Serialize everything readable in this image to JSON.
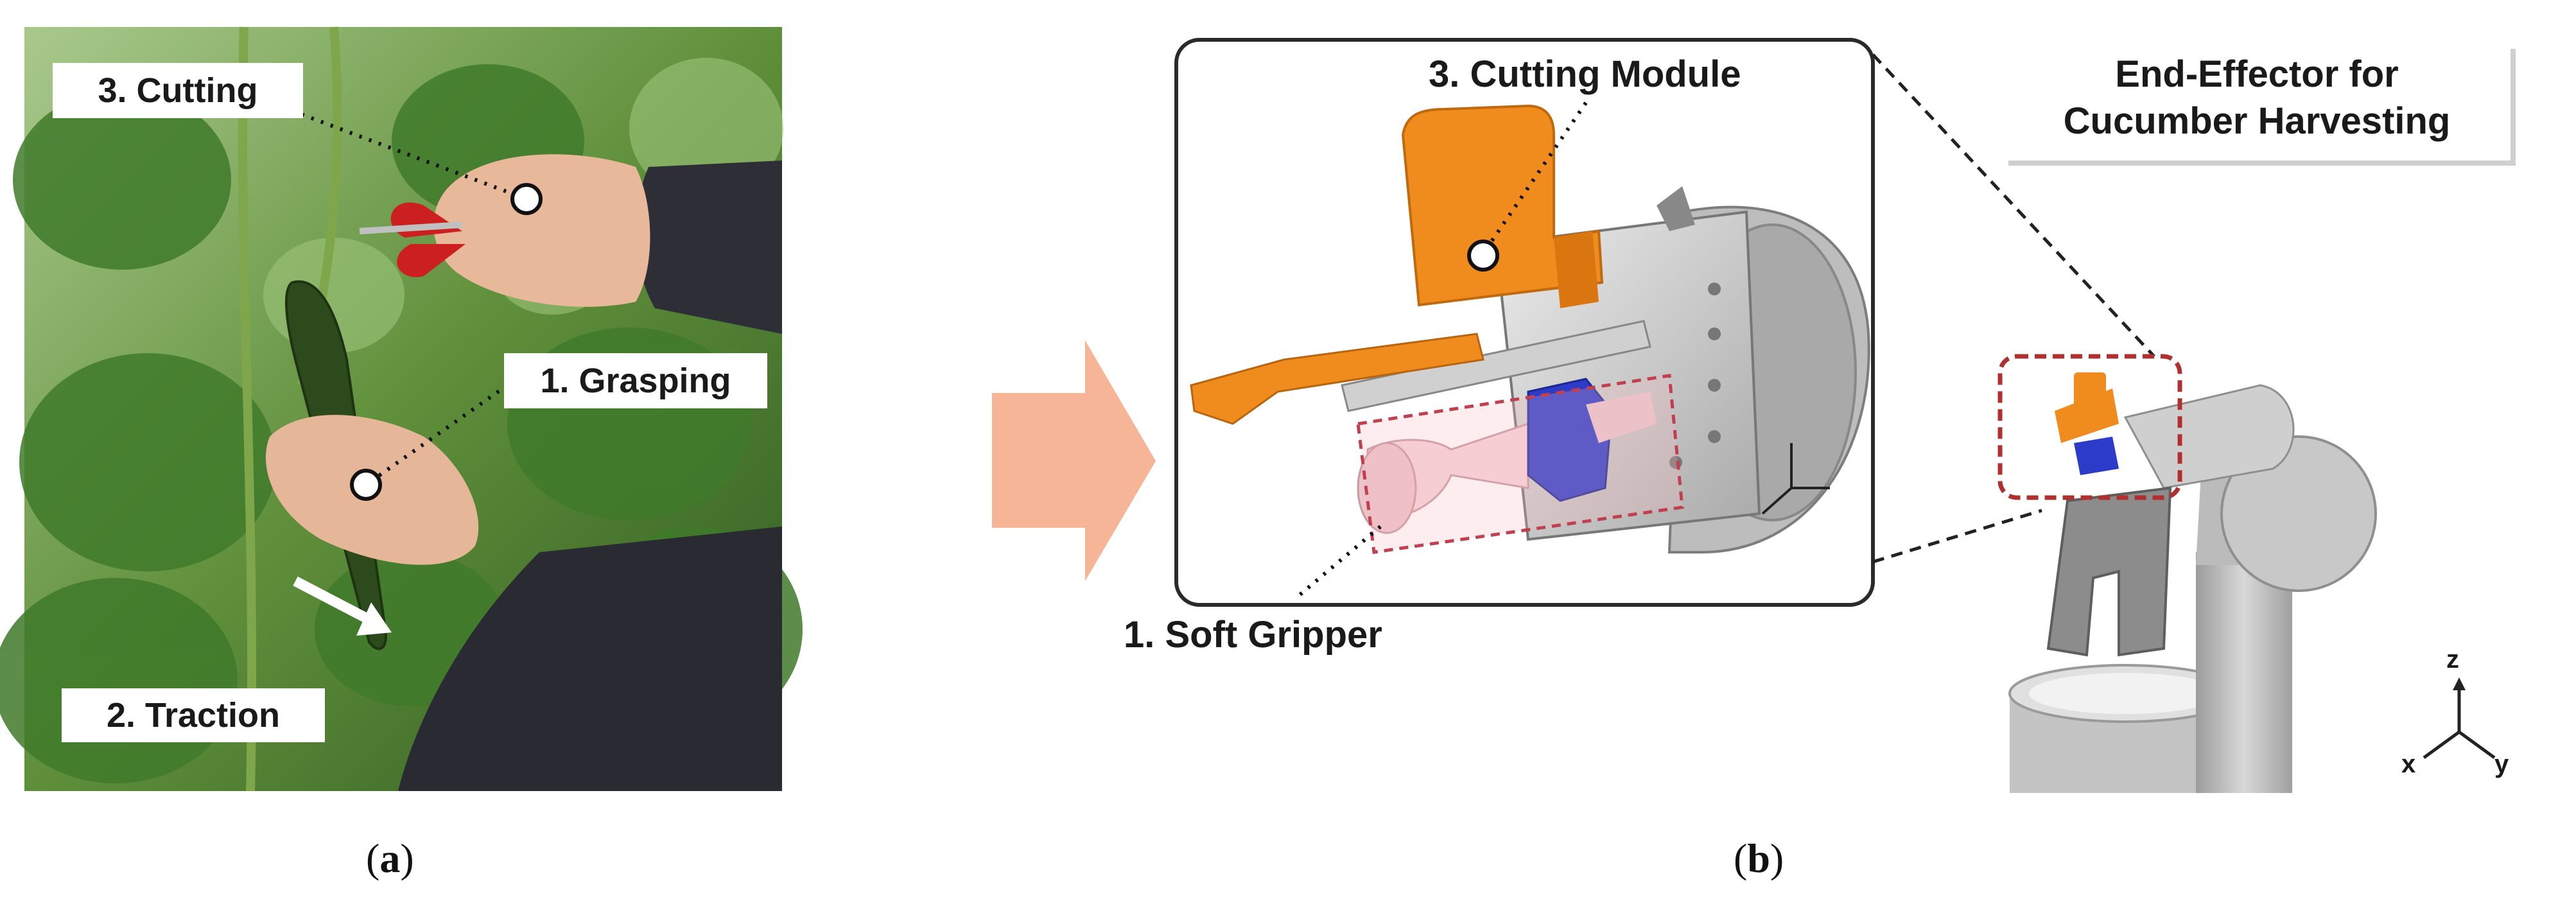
{
  "panel_a": {
    "labels": {
      "cutting": "3. Cutting",
      "grasping": "1. Grasping",
      "traction": "2. Traction"
    },
    "caption": "a"
  },
  "panel_b": {
    "title_line1": "End-Effector for",
    "title_line2": "Cucumber Harvesting",
    "labels": {
      "cutting_module": "3. Cutting Module",
      "soft_gripper": "1. Soft Gripper"
    },
    "axes": {
      "z": "z",
      "x": "x",
      "y": "y"
    },
    "caption": "b"
  },
  "colors": {
    "arrow": "#f6b596",
    "orange_part": "#f08c1e",
    "blue_part": "#2c3cc8",
    "gripper_pink": "#f4d4d8",
    "highlight_dash": "#b03030",
    "robot_gray": "#bfbfbf",
    "foliage": "#5f8f3a"
  }
}
